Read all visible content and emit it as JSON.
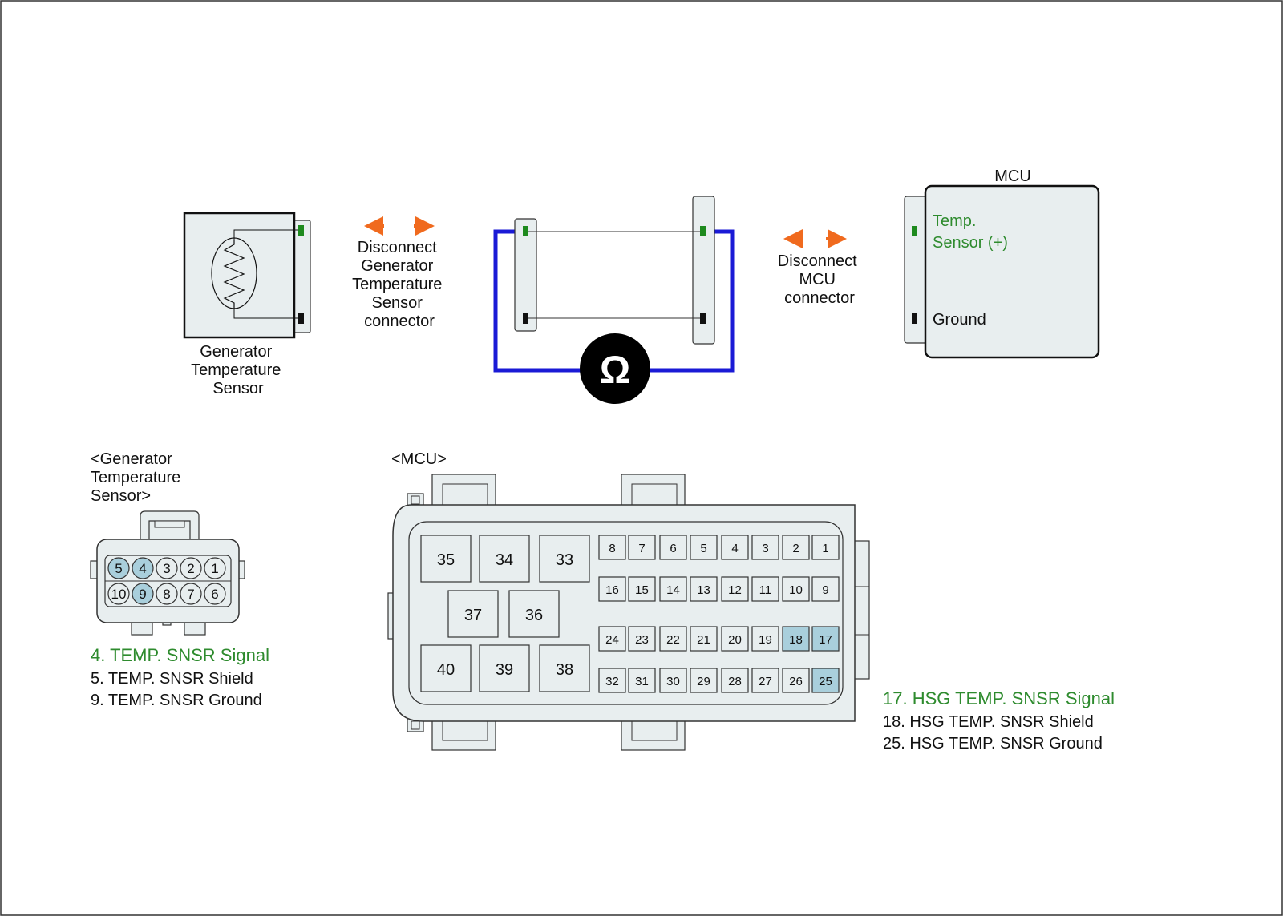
{
  "top": {
    "sensor_caption": [
      "Generator",
      "Temperature",
      "Sensor"
    ],
    "disconnect_sensor": [
      "Disconnect",
      "Generator",
      "Temperature",
      "Sensor",
      "connector"
    ],
    "disconnect_mcu": [
      "Disconnect",
      "MCU",
      "connector"
    ],
    "mcu_title": "MCU",
    "mcu_pin_signal": [
      "Temp.",
      "Sensor (+)"
    ],
    "mcu_pin_ground": "Ground",
    "meter_symbol": "Ω"
  },
  "sensor_connector": {
    "title": [
      "<Generator",
      "Temperature",
      "Sensor>"
    ],
    "row1": [
      "5",
      "4",
      "3",
      "2",
      "1"
    ],
    "row2": [
      "10",
      "9",
      "8",
      "7",
      "6"
    ],
    "highlighted": [
      "5",
      "4",
      "9"
    ],
    "legend": [
      {
        "text": "4. TEMP. SNSR Signal",
        "color": "#2e8b2e"
      },
      {
        "text": "5. TEMP. SNSR Shield",
        "color": "#111111"
      },
      {
        "text": "9. TEMP. SNSR Ground",
        "color": "#111111"
      }
    ]
  },
  "mcu_connector": {
    "title": "<MCU>",
    "big_pins": [
      "35",
      "34",
      "33",
      "37",
      "36",
      "40",
      "39",
      "38"
    ],
    "small_rows": [
      [
        "8",
        "7",
        "6",
        "5",
        "4",
        "3",
        "2",
        "1"
      ],
      [
        "16",
        "15",
        "14",
        "13",
        "12",
        "11",
        "10",
        "9"
      ],
      [
        "24",
        "23",
        "22",
        "21",
        "20",
        "19",
        "18",
        "17"
      ],
      [
        "32",
        "31",
        "30",
        "29",
        "28",
        "27",
        "26",
        "25"
      ]
    ],
    "highlighted": [
      "18",
      "17",
      "25"
    ],
    "legend": [
      {
        "text": "17. HSG TEMP. SNSR Signal",
        "color": "#2e8b2e"
      },
      {
        "text": "18. HSG TEMP. SNSR Shield",
        "color": "#111111"
      },
      {
        "text": "25. HSG TEMP. SNSR Ground",
        "color": "#111111"
      }
    ]
  },
  "colors": {
    "accent_green": "#2e8b2e",
    "wire_blue": "#1a1ad6",
    "arrow_orange": "#f06a1e",
    "pin_highlight": "#a9cfdc",
    "panel_fill": "#e8eeef"
  }
}
